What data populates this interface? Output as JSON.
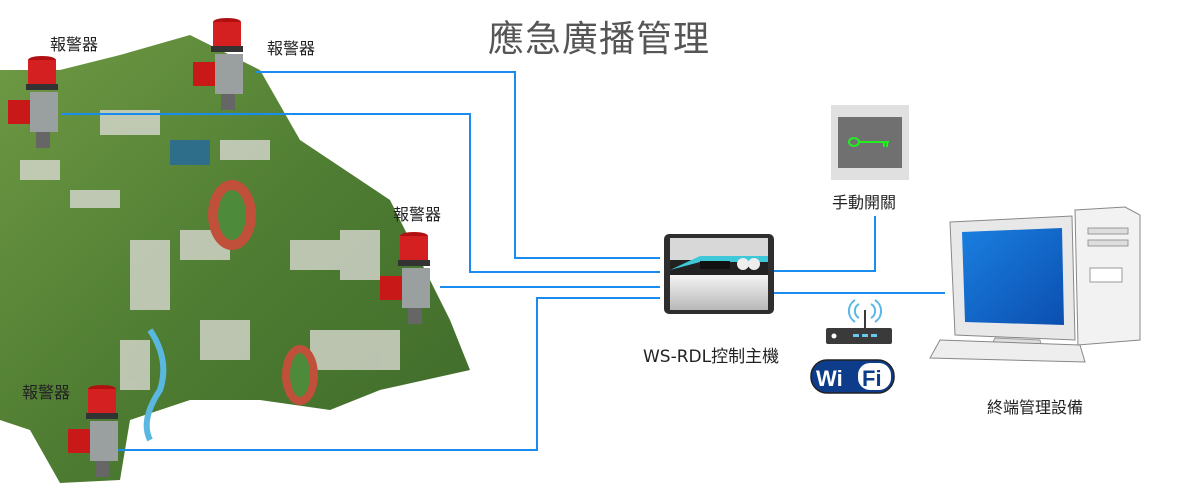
{
  "title": "應急廣播管理",
  "alarms": [
    {
      "label": "報警器"
    },
    {
      "label": "報警器"
    },
    {
      "label": "報警器"
    },
    {
      "label": "報警器"
    }
  ],
  "manual_switch": {
    "label": "手動開關"
  },
  "controller": {
    "label": "WS-RDL控制主機"
  },
  "wifi": {
    "logo_text": "WiFi"
  },
  "terminal": {
    "label": "終端管理設備"
  },
  "colors": {
    "line": "#1a8cf0",
    "siren": "#d42020",
    "map": "#5e8a3a",
    "key": "#22ee22"
  }
}
